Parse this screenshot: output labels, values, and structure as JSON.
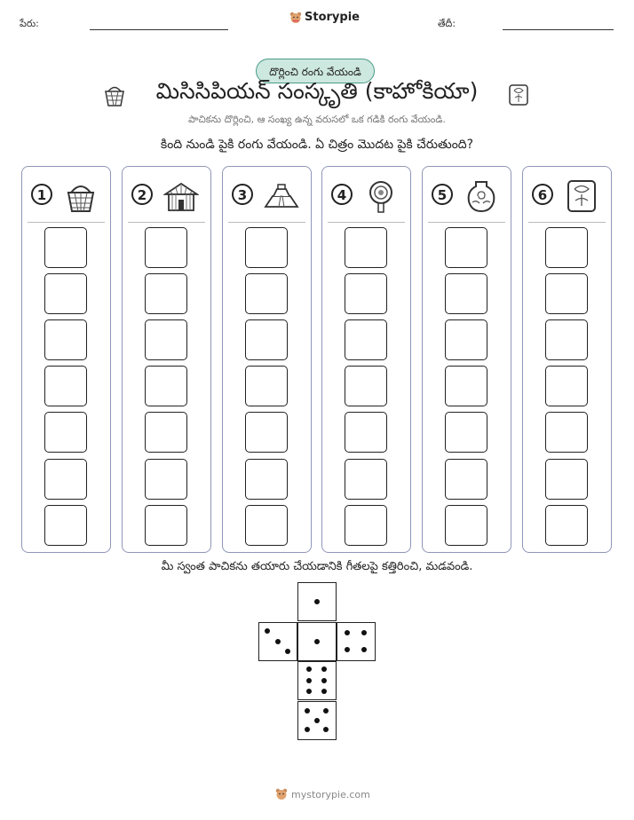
{
  "header": {
    "name_label": "పేరు:",
    "date_label": "తేదీ:",
    "brand": "Storypie"
  },
  "badge": "దొర్లించి రంగు వేయండి",
  "title": "మిసిసిపియన్ సంస్కృతి (కాహోకియా)",
  "subtitle": "పాచికను దొర్లించి, ఆ సంఖ్య ఉన్న వరుసలో ఒక గడికి రంగు వేయండి.",
  "instruction": "కింది నుండి పైకి రంగు వేయండి. ఏ చిత్రం మొదట పైకి చేరుతుంది?",
  "columns": [
    {
      "number": "1",
      "icon": "basket-icon"
    },
    {
      "number": "2",
      "icon": "thatched-hut-icon"
    },
    {
      "number": "3",
      "icon": "mound-pyramid-icon"
    },
    {
      "number": "4",
      "icon": "shell-gorget-icon"
    },
    {
      "number": "5",
      "icon": "spiral-pot-icon"
    },
    {
      "number": "6",
      "icon": "engraved-tablet-icon"
    }
  ],
  "boxes_per_column": 7,
  "cut_instruction": "మీ స్వంత పాచికను తయారు చేయడానికి గీతలపై కత్తిరించి, మడవండి.",
  "dice_net_faces": [
    1,
    3,
    1,
    4,
    6,
    5
  ],
  "footer": "mystorypie.com"
}
